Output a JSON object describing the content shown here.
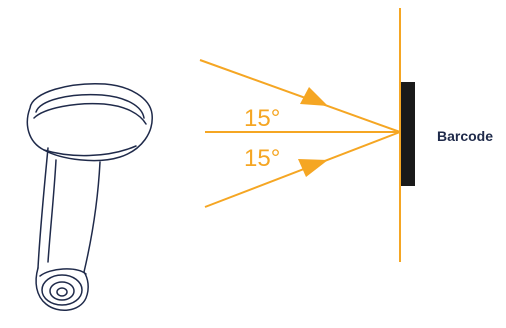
{
  "colors": {
    "beam": "#f5a623",
    "scanner_outline": "#1f2a4a",
    "barcode": "#1a1a1a",
    "text_dark": "#1f2a4a"
  },
  "diagram": {
    "upper_angle": "15°",
    "lower_angle": "15°",
    "barcode_label": "Barcode"
  },
  "icons": {
    "scanner": "handheld-barcode-scanner-icon"
  }
}
